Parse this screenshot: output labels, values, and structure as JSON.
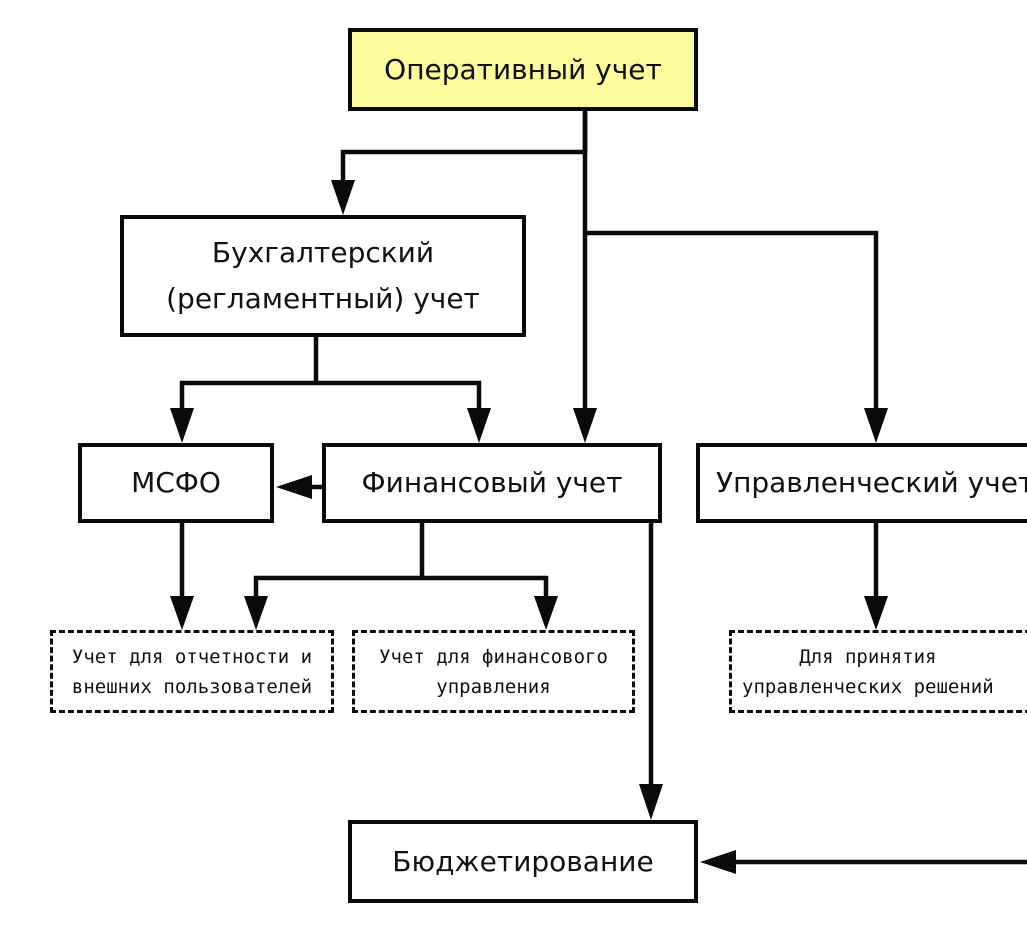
{
  "diagram": {
    "operational": "Оперативный учет",
    "accounting_line1": "Бухгалтерский",
    "accounting_line2": "(регламентный) учет",
    "msfo": "МСФО",
    "financial": "Финансовый учет",
    "managerial": "Управленческий учет",
    "reporting_line1": "Учет для отчетности и",
    "reporting_line2": "внешних пользователей",
    "finmgmt_line1": "Учет для финансового",
    "finmgmt_line2": "управления",
    "decisions_line1": "Для принятия",
    "decisions_line2": "управленческих решений",
    "budgeting": "Бюджетирование"
  }
}
